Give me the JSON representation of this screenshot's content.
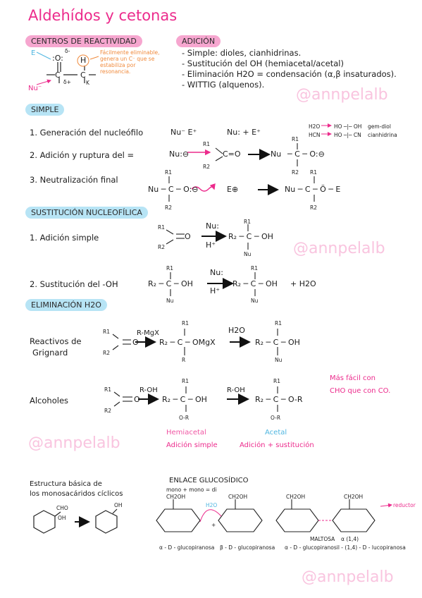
{
  "title": "Aldehídos y cetonas",
  "sections": {
    "centros": "CENTROS DE REACTIVIDAD",
    "adicion": "ADICIÓN",
    "simple": "SIMPLE",
    "sustitucion": "SUSTITUCIÓN NUCLEOFÍLICA",
    "eliminacion": "ELIMINACIÓN H2O"
  },
  "centros": {
    "note": [
      "Fácilmente eliminable,",
      "genera un C⁻ que se",
      "estabiliza por",
      "resonancia."
    ],
    "e_label": "E",
    "nu_label": "Nu⁻",
    "delta_minus": "δ-",
    "delta_plus": "δ+",
    "h": "H",
    "k": "K"
  },
  "adicion": {
    "items": [
      "- Simple: dioles, cianhidrinas.",
      "- Sustitución del OH (hemiacetal/acetal)",
      "- Eliminación H2O = condensación (α,β insaturados).",
      "- WITTIG (alquenos)."
    ]
  },
  "simple_steps": {
    "step1": "1. Generación del nucleófilo",
    "step1_a": "Nu⁻ E⁺",
    "step1_b": "Nu: + E⁺",
    "step2": "2. Adición y ruptura del =",
    "step3": "3. Neutralización final",
    "side_rows": [
      {
        "reagent": "H2O",
        "product": "HO ─|─ OH",
        "name": "gem-diol"
      },
      {
        "reagent": "HCN",
        "product": "HO ─|─ CN",
        "name": "cianhidrina"
      }
    ]
  },
  "sustitucion": {
    "step1": "1. Adición simple",
    "step2": "2. Sustitución del -OH",
    "reagent_top": "Nu:",
    "reagent_bottom": "H⁺",
    "plus_water": "+ H2O"
  },
  "eliminacion": {
    "grignard": [
      "Reactivos de",
      "Grignard"
    ],
    "grignard_reagent": "R-MgX",
    "water": "H2O",
    "alcoholes": "Alcoholes",
    "roh": "R-OH",
    "hemiacetal": "Hemiacetal",
    "adicion_simple": "Adición simple",
    "acetal": "Acetal",
    "adicion_sustitucion": "Adición + sustitución",
    "note": [
      "Más fácil con",
      "CHO que con CO."
    ]
  },
  "chem": {
    "r1": "R1",
    "r2": "R2",
    "nu": "Nu",
    "oh": "OH",
    "omgx": "OMgX",
    "or": "O-R",
    "r": "R",
    "e_plus": "E⊕",
    "e": "E",
    "o_minus": "O⊖"
  },
  "estructura": {
    "label": [
      "Estructura básica de",
      "los monosacáridos cíclicos"
    ],
    "cho": "CHO",
    "oh": "OH"
  },
  "enlace": {
    "title": "ENLACE GLUCOSÍDICO",
    "subtitle": "mono + mono = di",
    "alpha": "α - D - glucopiranosa",
    "beta": "β - D - glucopiranosa",
    "maltosa": "MALTOSA",
    "bond": "α (1,4)",
    "full": "α - D - glucopiranosil - (1,4) - D - lucopiranosa",
    "h2o": "H2O",
    "reductor": "reductor",
    "ch2oh": "CH2OH"
  },
  "watermark": "@annpelalb"
}
